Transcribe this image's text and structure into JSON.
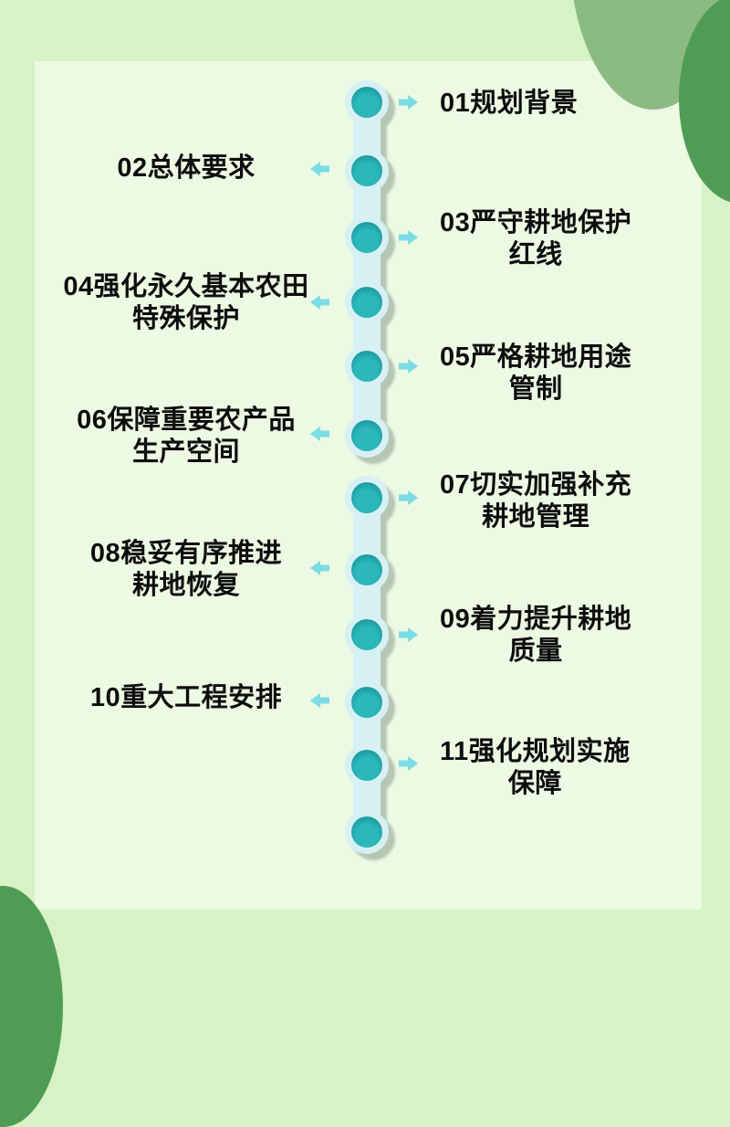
{
  "page": {
    "background_color": "#d7f2c5",
    "panel_color": "#ecf9e3"
  },
  "decor": {
    "sage_blob_color": "#8cbb82",
    "dark_blob_color": "#4f9d54"
  },
  "timeline": {
    "track_color": "#d7f0f3",
    "node_color": "#29b2b4",
    "arrow_color": "#7adde3",
    "text_color": "#0d0d0d",
    "items": [
      {
        "id": "01",
        "side": "right",
        "lines": [
          "01规划背景"
        ]
      },
      {
        "id": "02",
        "side": "left",
        "lines": [
          "02总体要求"
        ]
      },
      {
        "id": "03",
        "side": "right",
        "lines": [
          "03严守耕地保护",
          "红线"
        ]
      },
      {
        "id": "04",
        "side": "left",
        "lines": [
          "04强化永久基本农田",
          "特殊保护"
        ]
      },
      {
        "id": "05",
        "side": "right",
        "lines": [
          "05严格耕地用途",
          "管制"
        ]
      },
      {
        "id": "06",
        "side": "left",
        "lines": [
          "06保障重要农产品",
          "生产空间"
        ]
      },
      {
        "id": "07",
        "side": "right",
        "lines": [
          "07切实加强补充",
          "耕地管理"
        ]
      },
      {
        "id": "08",
        "side": "left",
        "lines": [
          "08稳妥有序推进",
          "耕地恢复"
        ]
      },
      {
        "id": "09",
        "side": "right",
        "lines": [
          "09着力提升耕地",
          "质量"
        ]
      },
      {
        "id": "10",
        "side": "left",
        "lines": [
          "10重大工程安排"
        ]
      },
      {
        "id": "11",
        "side": "right",
        "lines": [
          "11强化规划实施",
          "保障"
        ]
      }
    ]
  }
}
